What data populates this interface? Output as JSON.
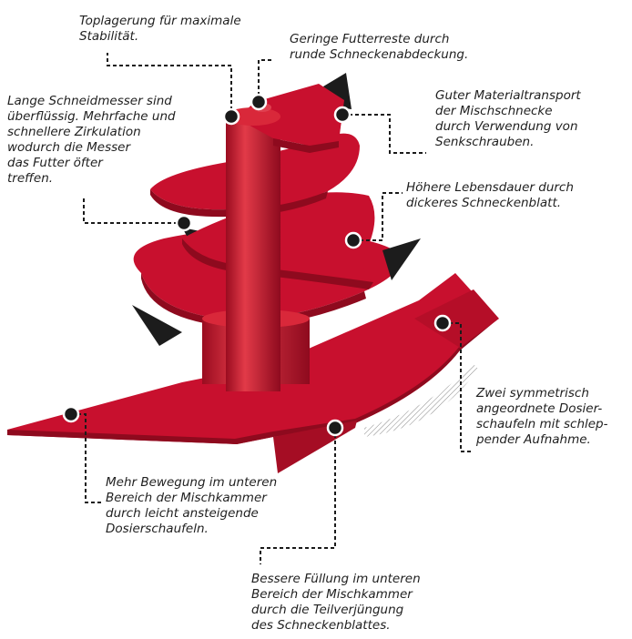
{
  "colors": {
    "auger_red": "#c8102e",
    "auger_dark": "#8e0a1e",
    "auger_light": "#e0303f",
    "knife": "#1c1c1c",
    "leader": "#1a1a1a",
    "text": "#1f1f1f"
  },
  "annotations": [
    {
      "id": "top-bearing",
      "text": "Toplagerung für maximale\nStabilität."
    },
    {
      "id": "round-cover",
      "text": "Geringe Futterreste durch\nrunde Schneckenabdeckung."
    },
    {
      "id": "material-transport",
      "text": "Guter Materialtransport\nder Mischschnecke\ndurch Verwendung von\nSenkschrauben."
    },
    {
      "id": "knives",
      "text": "Lange Schneidmesser sind\nüberflüssig. Mehrfache und\nschnellere Zirkulation\nwodurch die Messer\ndas Futter öfter\ntreffen."
    },
    {
      "id": "thicker-blade",
      "text": "Höhere Lebensdauer durch\ndickeres Schneckenblatt."
    },
    {
      "id": "dosing-paddles",
      "text": "Zwei symmetrisch\nangeordnete Dosier-\nschaufeln mit schlep-\npender Aufnahme."
    },
    {
      "id": "lower-movement",
      "text": "Mehr Bewegung im unteren\nBereich der Mischkammer\ndurch leicht ansteigende\nDosierschaufeln."
    },
    {
      "id": "better-filling",
      "text": "Bessere Füllung im unteren\nBereich der Mischkammer\ndurch die Teilverjüngung\ndes Schneckenblattes."
    }
  ]
}
